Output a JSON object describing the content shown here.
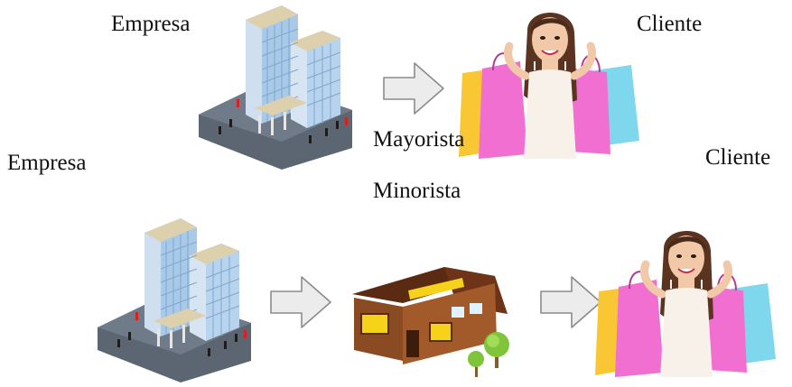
{
  "labels": {
    "top_empresa": "Empresa",
    "top_cliente": "Cliente",
    "mid_empresa": "Empresa",
    "mid_cliente": "Cliente",
    "mayorista": "Mayorista",
    "minorista": "Minorista"
  },
  "icons": {
    "company": "office-building-icon",
    "arrow": "right-arrow-icon",
    "store": "retail-store-icon",
    "customer": "shopper-woman-icon"
  },
  "colors": {
    "building_glass": "#a9c9e8",
    "building_wall": "#d7e4f1",
    "roof": "#ddd0ac",
    "plaza": "#5b6672",
    "arrow_fill": "#ececec",
    "arrow_stroke": "#8c8c8c",
    "store_brown": "#8a4a22",
    "store_roof": "#5b2a12",
    "sign_yellow": "#f6d31a",
    "bag_pink": "#f06fd0",
    "bag_yellow": "#f8c733",
    "bag_blue": "#7fd7ee",
    "hair": "#5a3421",
    "skin": "#f1c9a9"
  }
}
